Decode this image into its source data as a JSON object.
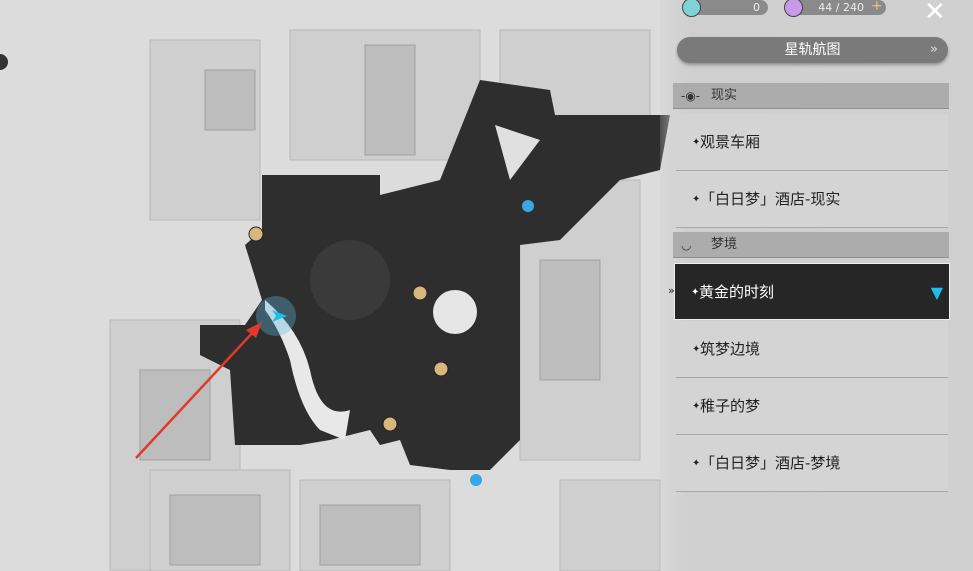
{
  "currencies": [
    {
      "name": "stellar-jade",
      "value": "0",
      "color": "#7fd3d6"
    },
    {
      "name": "trailblaze-power",
      "value": "44 / 240",
      "add": "+",
      "color": "#c89be8"
    }
  ],
  "star_rail_map_button": "星轨航图",
  "sections": [
    {
      "title": "现实",
      "icon": "eye-icon",
      "items": [
        "观景车厢",
        "「白日梦」酒店-现实"
      ]
    },
    {
      "title": "梦境",
      "icon": "dream-icon",
      "items": [
        "黄金的时刻",
        "筑梦边境",
        "稚子的梦",
        "「白日梦」酒店-梦境"
      ]
    }
  ],
  "selected_item": "黄金的时刻",
  "accent": "#1bc0e8",
  "annotation_color": "#e03a2a"
}
